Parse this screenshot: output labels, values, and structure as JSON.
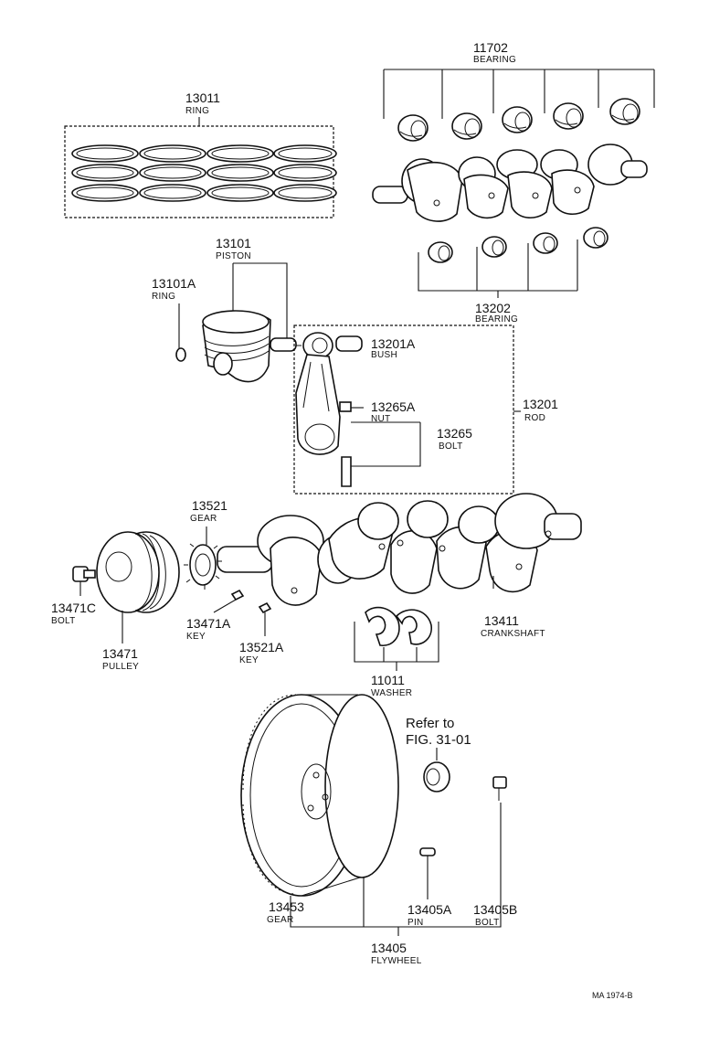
{
  "callouts": {
    "bearing_main": {
      "number": "11702",
      "name": "BEARING"
    },
    "ring_set": {
      "number": "13011",
      "name": "RING"
    },
    "piston": {
      "number": "13101",
      "name": "PISTON"
    },
    "piston_ring": {
      "number": "13101A",
      "name": "RING"
    },
    "bearing_rod": {
      "number": "13202",
      "name": "BEARING"
    },
    "bush": {
      "number": "13201A",
      "name": "BUSH"
    },
    "nut": {
      "number": "13265A",
      "name": "NUT"
    },
    "rod_bolt": {
      "number": "13265",
      "name": "BOLT"
    },
    "rod": {
      "number": "13201",
      "name": "ROD"
    },
    "gear_crank": {
      "number": "13521",
      "name": "GEAR"
    },
    "pulley_bolt": {
      "number": "13471C",
      "name": "BOLT"
    },
    "pulley": {
      "number": "13471",
      "name": "PULLEY"
    },
    "key_pulley": {
      "number": "13471A",
      "name": "KEY"
    },
    "key_gear": {
      "number": "13521A",
      "name": "KEY"
    },
    "crankshaft": {
      "number": "13411",
      "name": "CRANKSHAFT"
    },
    "washer": {
      "number": "11011",
      "name": "WASHER"
    },
    "ring_gear": {
      "number": "13453",
      "name": "GEAR"
    },
    "pin": {
      "number": "13405A",
      "name": "PIN"
    },
    "flywheel_bolt": {
      "number": "13405B",
      "name": "BOLT"
    },
    "flywheel": {
      "number": "13405",
      "name": "FLYWHEEL"
    }
  },
  "reference": {
    "line1": "Refer to",
    "line2": "FIG. 31-01"
  },
  "figure_code": "MA 1974-B"
}
